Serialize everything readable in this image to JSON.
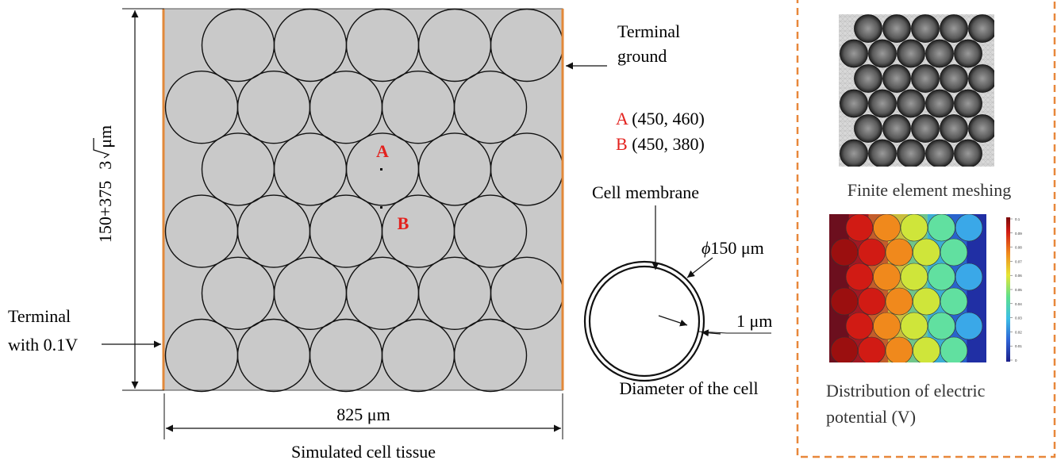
{
  "tissue": {
    "height_label_main": "150+375",
    "height_label_root": "3",
    "height_label_unit": "μm",
    "width_label": "825 μm",
    "caption": "Simulated cell tissue",
    "point_a_marker": "A",
    "point_b_marker": "B"
  },
  "terminals": {
    "ground_line1": "Terminal",
    "ground_line2": "ground",
    "source_line1": "Terminal",
    "source_line2": "with 0.1V"
  },
  "points": {
    "a_letter": "A",
    "a_coords": " (450, 460)",
    "b_letter": "B",
    "b_coords": " (450, 380)"
  },
  "cell_detail": {
    "membrane_label": "Cell membrane",
    "diameter_phi": "ϕ",
    "diameter_value": "150 μm",
    "thickness_label": "1 μm",
    "caption": "Diameter of the cell"
  },
  "right_panel": {
    "mesh_caption": "Finite element meshing",
    "potential_caption_line1": "Distribution of electric",
    "potential_caption_line2": "potential (V)",
    "colorbar_ticks": [
      "0.1",
      "0.09",
      "0.08",
      "0.07",
      "0.06",
      "0.05",
      "0.04",
      "0.03",
      "0.02",
      "0.01",
      "0"
    ]
  },
  "colors": {
    "tissue_fill": "#c9c9c9",
    "terminal": "#e2893a",
    "highlight_red": "#e3221e",
    "dashed_border": "#e8873a"
  }
}
